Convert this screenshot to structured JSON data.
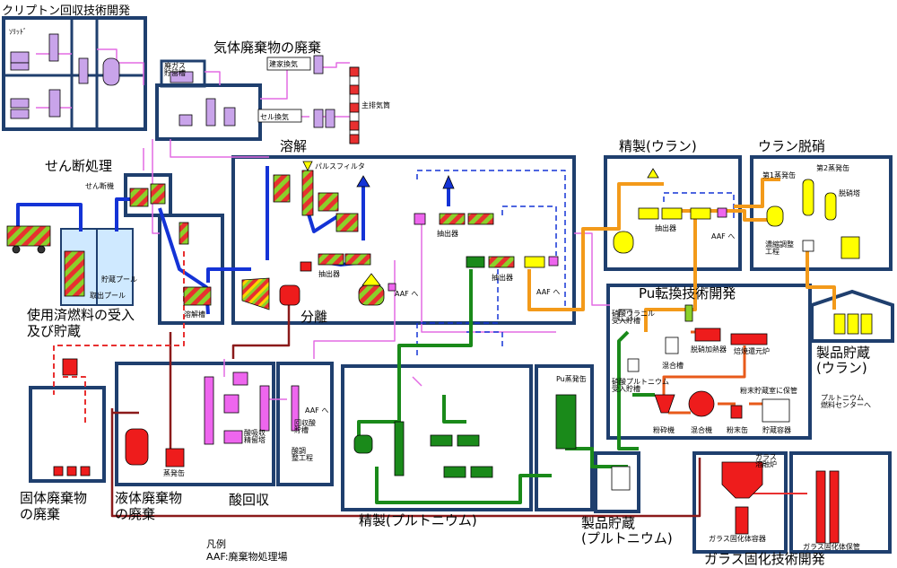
{
  "colors": {
    "frame": "#1f3f6e",
    "pipe_blue": "#1433d6",
    "pipe_green": "#1a8a1a",
    "pipe_orange": "#f39a1a",
    "pipe_magenta": "#e36be3",
    "pipe_darkred": "#8b1a1a",
    "pipe_red": "#e83030",
    "tank_yellow": "#ffff00",
    "tank_magenta": "#ee66ee",
    "tank_lavender": "#c9a4ea",
    "tank_red": "#ee1c1c"
  },
  "sections": {
    "krypton": "クリプトン回収技術開発",
    "gas_waste": "気体廃棄物の廃棄",
    "shearing": "せん断処理",
    "dissolution": "溶解",
    "separation": "分離",
    "receipt": "使用済燃料の受入\n及び貯蔵",
    "purify_u": "精製(ウラン)",
    "u_denitration": "ウラン脱硝",
    "pu_conversion": "Pu転換技術開発",
    "product_u": "製品貯蔵\n(ウラン)",
    "solid_waste": "固体廃棄物\nの廃棄",
    "liquid_waste": "液体廃棄物\nの廃棄",
    "acid_recovery": "酸回収",
    "purify_pu": "精製(プルトニウム)",
    "product_pu": "製品貯蔵\n(プルトニウム)",
    "vitrification": "ガラス固化技術開発",
    "legend_title": "凡例",
    "legend_aaf": "AAF:廃棄物処理場"
  },
  "labels": {
    "solid": "ｿﾘｯﾄﾞ",
    "offgas_tank": "廃ガス\n貯留槽",
    "building_vent": "建家換気",
    "cell_vent": "セル換気",
    "main_stack": "主排気筒",
    "shear_machine": "せん断機",
    "pulse_filter": "パルスフィルタ",
    "storage_pool": "貯蔵プール",
    "unload_pool": "取出プール",
    "dissolver": "溶解槽",
    "extractor_1": "抽出器",
    "extractor_2": "抽出器",
    "extractor_3": "抽出器",
    "extractor_u": "抽出器",
    "aaf_1": "AAF へ",
    "aaf_2": "AAF へ",
    "aaf_u": "AAF へ",
    "aaf_acid": "AAF へ",
    "evap_1": "第1蒸発缶",
    "evap_2": "第2蒸発缶",
    "denitration_tower": "脱硝塔",
    "conc_adjust": "濃縮調整\n工程",
    "pu_evaporator": "Pu蒸発缶",
    "receive_tank": "硝酸ウラニル\n受入貯槽",
    "mix_tank": "混合槽",
    "receive_tank_2": "硝酸プルトニウム\n受入貯槽",
    "denitration_heater": "脱硝加熱器",
    "calcine_reduce": "焙焼還元炉",
    "powder_storage": "粉末貯蔵室に保管",
    "pu_fuel_center": "プルトニウム\n燃料センターへ",
    "mill": "粉砕機",
    "mixer": "混合機",
    "powder_can": "粉末缶",
    "storage_container": "貯蔵容器",
    "evaporator": "蒸発缶",
    "acid_absorb": "酸吸収\n精留塔",
    "conc_adjust_2": "酸調\n整工程",
    "recovered_acid": "回収酸\n貯槽",
    "glass_melter": "ガラス\n溶融炉",
    "glass_container": "ガラス固化体容器",
    "glass_storage": "ガラス固化体保管"
  }
}
